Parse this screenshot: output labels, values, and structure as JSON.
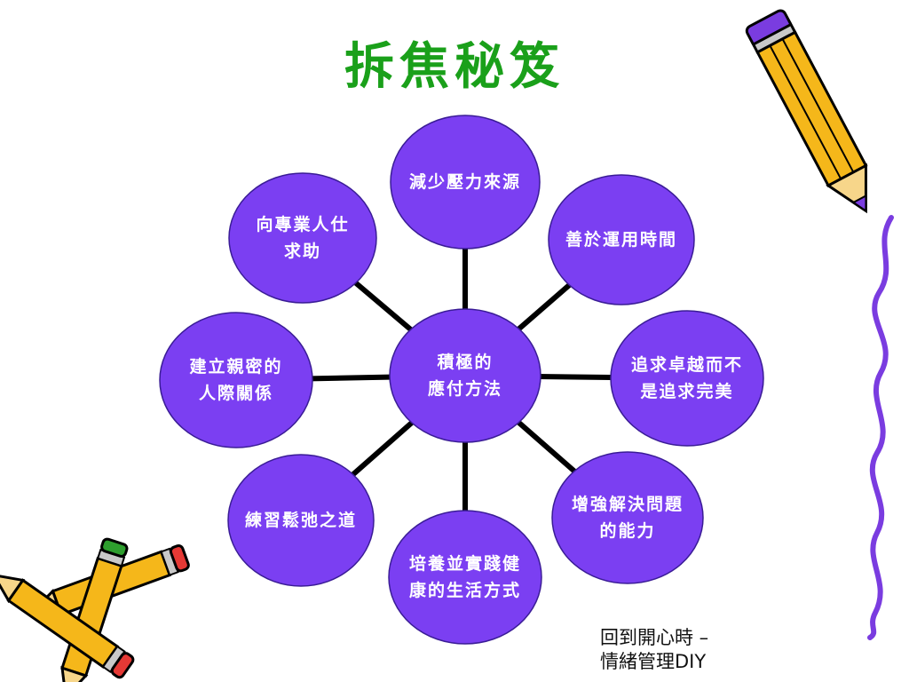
{
  "title": "拆焦秘笈",
  "center": {
    "line1": "積極的",
    "line2": "應付方法"
  },
  "nodes": [
    {
      "name": "node-reduce-stress",
      "line1": "減少壓力來源",
      "line2": ""
    },
    {
      "name": "node-time-management",
      "line1": "善於運用時間",
      "line2": ""
    },
    {
      "name": "node-pursue-excellence",
      "line1": "追求卓越而不",
      "line2": "是追求完美"
    },
    {
      "name": "node-problem-solving",
      "line1": "增強解決問題",
      "line2": "的能力"
    },
    {
      "name": "node-healthy-lifestyle",
      "line1": "培養並實踐健",
      "line2": "康的生活方式"
    },
    {
      "name": "node-relaxation",
      "line1": "練習鬆弛之道",
      "line2": ""
    },
    {
      "name": "node-relationships",
      "line1": "建立親密的",
      "line2": "人際關係"
    },
    {
      "name": "node-professional-help",
      "line1": "向專業人仕",
      "line2": "求助"
    }
  ],
  "footer": {
    "line1": "回到開心時 –",
    "line2": "情緒管理DIY"
  },
  "colors": {
    "title": "#1aa01a",
    "node_fill": "#7b3ff2",
    "node_stroke": "#3a1c96",
    "connector": "#000000",
    "pencil_body": "#f5b71a",
    "pencil_tip": "#7a3ce0",
    "squiggle": "#7a3ce0"
  },
  "icons": [
    "pencil-icon",
    "pencils-icon",
    "squiggle-line"
  ]
}
